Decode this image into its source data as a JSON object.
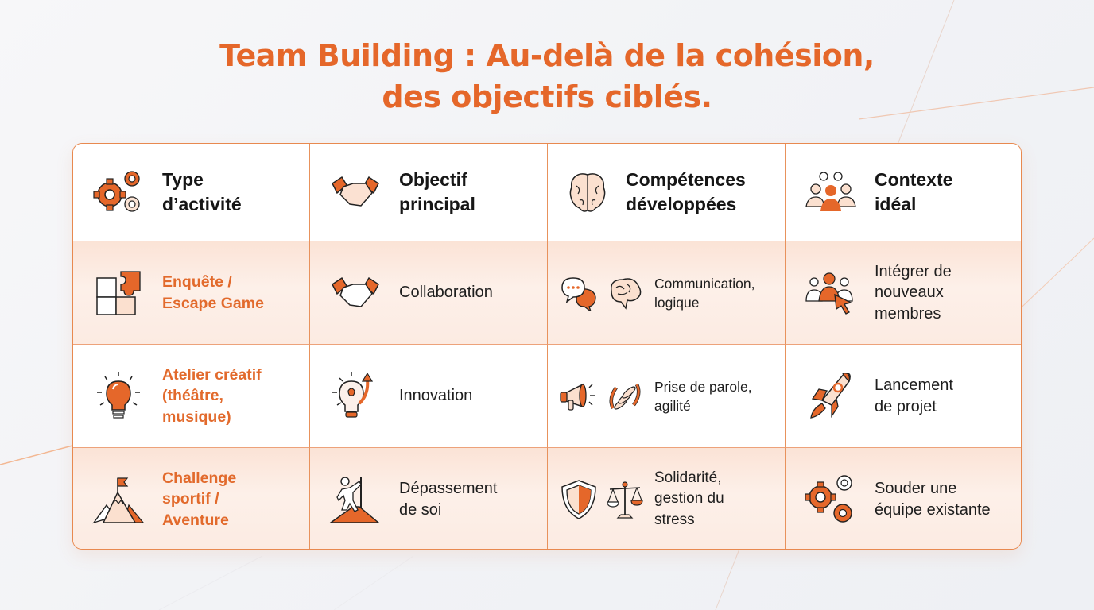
{
  "title": {
    "line1": "Team Building : Au-delà de la cohésion,",
    "line2": "des objectifs ciblés."
  },
  "colors": {
    "accent": "#e5672a",
    "border": "#e8894f",
    "row_tint": "#fbe6db",
    "text": "#161616"
  },
  "table": {
    "headers": [
      {
        "line1": "Type",
        "line2": "d’activité",
        "icon": "gears-icon"
      },
      {
        "line1": "Objectif",
        "line2": "principal",
        "icon": "handshake-icon"
      },
      {
        "line1": "Compétences",
        "line2": "développées",
        "icon": "brain-icon"
      },
      {
        "line1": "Contexte",
        "line2": "idéal",
        "icon": "group-icon"
      }
    ],
    "rows": [
      {
        "type": {
          "lines": [
            "Enquête /",
            "Escape Game"
          ],
          "icon": "puzzle-icon"
        },
        "objective": {
          "lines": [
            "Collaboration"
          ],
          "icon": "handshake-icon"
        },
        "skills": {
          "lines": [
            "Communication,",
            "logique"
          ],
          "icons": [
            "chat-bubbles-icon",
            "brain-icon"
          ]
        },
        "context": {
          "lines": [
            "Intégrer de",
            "nouveaux",
            "membres"
          ],
          "icon": "group-cursor-icon"
        }
      },
      {
        "type": {
          "lines": [
            "Atelier créatif",
            "(théâtre,",
            "musique)"
          ],
          "icon": "lightbulb-icon"
        },
        "objective": {
          "lines": [
            "Innovation"
          ],
          "icon": "lightbulb-arrow-icon"
        },
        "skills": {
          "lines": [
            "Prise de parole,",
            "agilité"
          ],
          "icons": [
            "megaphone-icon",
            "spring-icon"
          ]
        },
        "context": {
          "lines": [
            "Lancement",
            "de projet"
          ],
          "icon": "rocket-icon"
        }
      },
      {
        "type": {
          "lines": [
            "Challenge",
            "sportif /",
            "Aventure"
          ],
          "icon": "mountain-flag-icon"
        },
        "objective": {
          "lines": [
            "Dépassement",
            "de soi"
          ],
          "icon": "climber-icon"
        },
        "skills": {
          "lines": [
            "Solidarité,",
            "gestion du",
            "stress"
          ],
          "icons": [
            "shield-icon",
            "scales-icon"
          ]
        },
        "context": {
          "lines": [
            "Souder une",
            "équipe existante"
          ],
          "icon": "gears-icon"
        }
      }
    ]
  }
}
